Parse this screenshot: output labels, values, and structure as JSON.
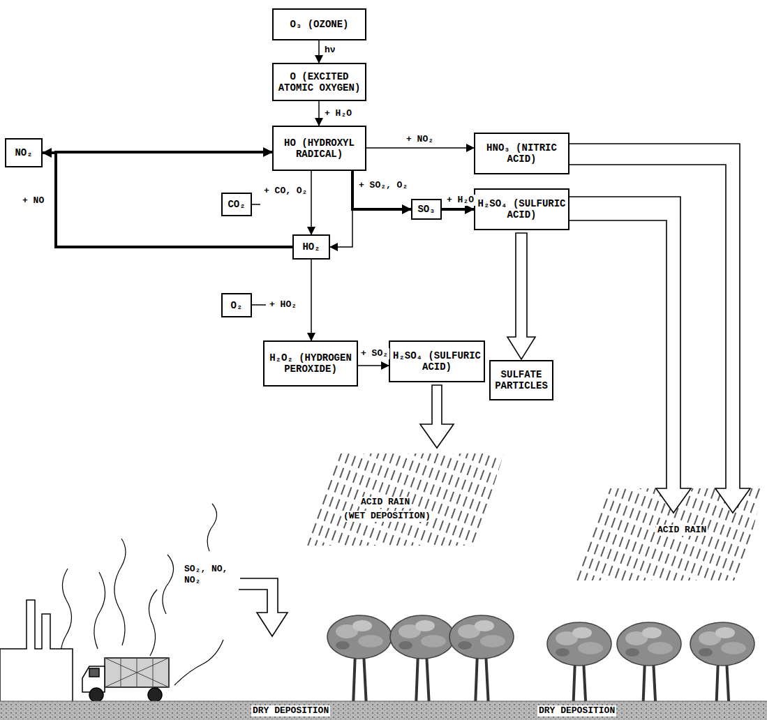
{
  "diagram": {
    "nodes": [
      {
        "text": [
          "O₃ (OZONE)"
        ]
      },
      {
        "text": [
          "O (EXCITED ATOMIC OXYGEN)"
        ]
      },
      {
        "text": [
          "NO₂"
        ]
      },
      {
        "text": [
          "HO (HYDROXYL RADICAL)"
        ]
      },
      {
        "text": [
          "HNO₃ (NITRIC ACID)"
        ]
      },
      {
        "text": [
          "CO₂"
        ]
      },
      {
        "text": [
          "HO₂"
        ]
      },
      {
        "text": [
          "SO₃"
        ]
      },
      {
        "text": [
          "H₂SO₄ (SULFURIC ACID)"
        ]
      },
      {
        "text": [
          "O₂"
        ]
      },
      {
        "text": [
          "H₂O₂ (HYDROGEN PEROXIDE)"
        ]
      },
      {
        "text": [
          "H₂SO₄ (SULFURIC ACID)"
        ]
      },
      {
        "text": [
          "SULFATE PARTICLES"
        ]
      }
    ],
    "edges": [
      {
        "from": 0,
        "to": 1,
        "label": "hν",
        "arrow": "to"
      },
      {
        "from": 1,
        "to": 3,
        "label": "+ H₂O",
        "arrow": "to"
      },
      {
        "from": 3,
        "to": 4,
        "label": "+ NO₂",
        "arrow": "to"
      },
      {
        "from": 3,
        "to": 6,
        "label": "+ CO, O₂",
        "arrow": "to"
      },
      {
        "from": 3,
        "to": 7,
        "label": "+ SO₂, O₂",
        "arrow": "to"
      },
      {
        "from": 3,
        "to": 6,
        "arrow": "to"
      },
      {
        "from": 6,
        "to": 3,
        "label": "+ NO",
        "arrow": "to"
      },
      {
        "from": 6,
        "to": 2,
        "arrow": "to"
      },
      {
        "from": 7,
        "to": 8,
        "label": "+ H₂O",
        "arrow": "to"
      },
      {
        "from": 6,
        "to": 10,
        "label": "+ HO₂",
        "arrow": "to"
      },
      {
        "from": 10,
        "to": 11,
        "label": "+ SO₂",
        "arrow": "to"
      },
      {
        "from": 8,
        "to": 12,
        "arrow": "to"
      }
    ],
    "labels": [
      "ACID RAIN",
      "(WET DEPOSITION)",
      "ACID RAIN",
      "SO₂, NO, NO₂",
      "DRY DEPOSITION",
      "DRY DEPOSITION"
    ]
  }
}
